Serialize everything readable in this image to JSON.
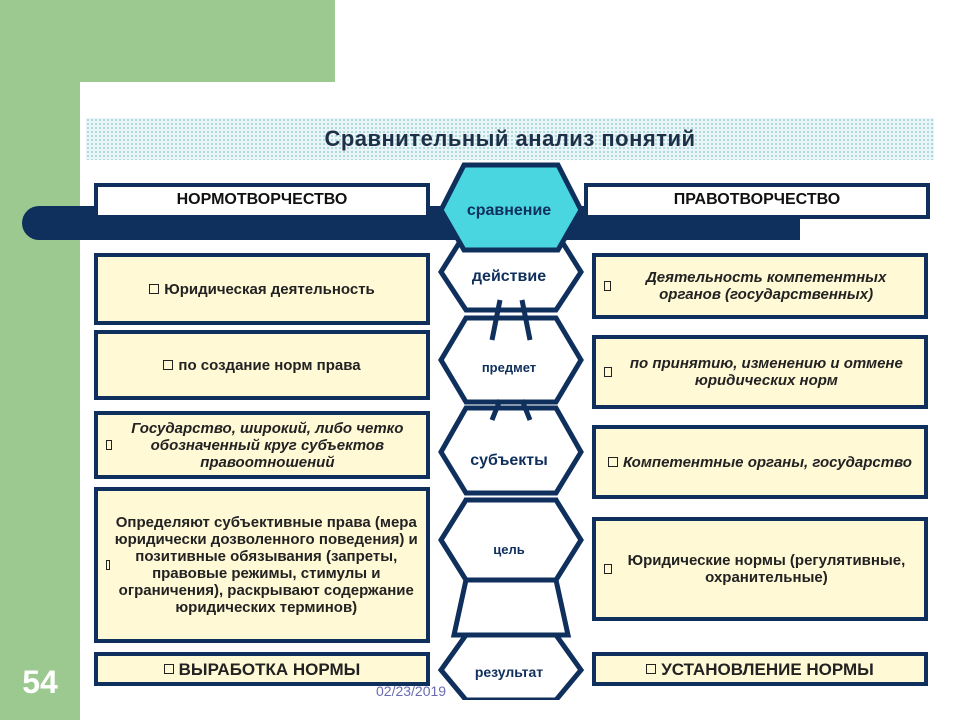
{
  "slide": {
    "number": "54",
    "date": "02/23/2019",
    "title": "Сравнительный анализ понятий"
  },
  "headers": {
    "left": "НОРМОТВОРЧЕСТВО",
    "center": "сравнение",
    "right": "ПРАВОТВОРЧЕСТВО"
  },
  "criteria": [
    {
      "label": "действие"
    },
    {
      "label": "предмет"
    },
    {
      "label": "субъекты"
    },
    {
      "label": "цель"
    },
    {
      "label": "результат"
    }
  ],
  "left": [
    "Юридическая деятельность",
    "по создание норм права",
    "Государство, широкий, либо четко обозначенный круг субъектов правоотношений",
    "Определяют субъективные права (мера юридически дозволенного поведения) и позитивные обязывания (запреты, правовые режимы, стимулы и ограничения), раскрывают содержание юридических терминов)",
    "ВЫРАБОТКА НОРМЫ"
  ],
  "right": [
    "Деятельность компетентных органов (государственных)",
    "по принятию, изменению и отмене юридических норм",
    "Компетентные органы, государство",
    "Юридические нормы (регулятивные, охранительные)",
    "УСТАНОВЛЕНИЕ НОРМЫ"
  ],
  "colors": {
    "navy": "#0f2f5c",
    "green": "#9cc98f",
    "box_fill": "#fff9d6",
    "arrow_fill": "#4ad6e0"
  }
}
